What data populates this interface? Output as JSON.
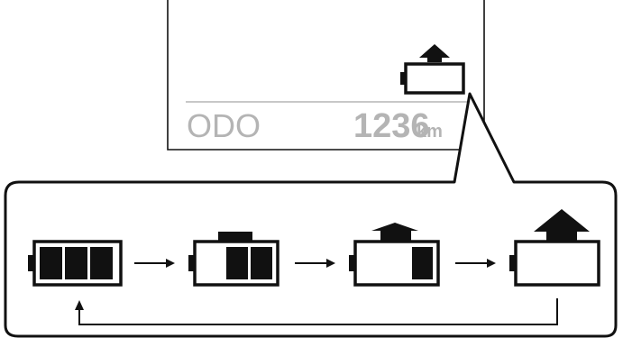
{
  "display": {
    "odo_label": "ODO",
    "odo_value": "1236",
    "odo_unit": "km"
  },
  "battery_cycle": {
    "states": [
      {
        "bars": 3,
        "icon": "battery-full-icon"
      },
      {
        "bars": 2,
        "icon": "battery-two-bars-icon"
      },
      {
        "bars": 1,
        "icon": "battery-one-bar-icon"
      },
      {
        "bars": 0,
        "icon": "battery-empty-icon"
      }
    ],
    "transition_arrows": 3,
    "loops_back_to_first": true
  },
  "colors": {
    "ink": "#111111",
    "display_text": "#b4b4b4",
    "divider": "#c8c8c8"
  }
}
